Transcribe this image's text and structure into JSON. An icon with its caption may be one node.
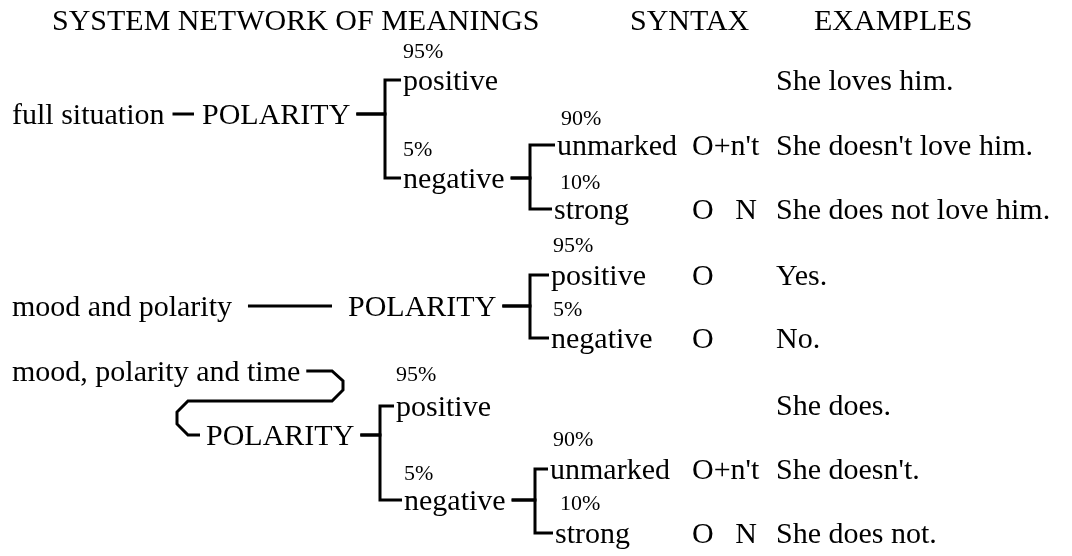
{
  "diagram": {
    "nodes": [
      {
        "text": [
          "full situation"
        ]
      },
      {
        "text": [
          "POLARITY"
        ]
      },
      {
        "text": [
          "positive"
        ],
        "beside": [
          "95%"
        ]
      },
      {
        "text": [
          "negative"
        ],
        "beside": [
          "5%"
        ]
      },
      {
        "text": [
          "unmarked"
        ],
        "beside": [
          "90%"
        ]
      },
      {
        "text": [
          "strong"
        ],
        "beside": [
          "10%"
        ]
      },
      {
        "text": [
          "mood and polarity"
        ]
      },
      {
        "text": [
          "POLARITY"
        ]
      },
      {
        "text": [
          "positive"
        ],
        "beside": [
          "95%"
        ]
      },
      {
        "text": [
          "negative"
        ],
        "beside": [
          "5%"
        ]
      },
      {
        "text": [
          "mood, polarity and time"
        ]
      },
      {
        "text": [
          "POLARITY"
        ]
      },
      {
        "text": [
          "positive"
        ],
        "beside": [
          "95%"
        ]
      },
      {
        "text": [
          "negative"
        ],
        "beside": [
          "5%"
        ]
      },
      {
        "text": [
          "unmarked"
        ],
        "beside": [
          "90%"
        ]
      },
      {
        "text": [
          "strong"
        ],
        "beside": [
          "10%"
        ]
      }
    ],
    "edges": [
      {
        "from": 0,
        "to": 1,
        "arrow": "none"
      },
      {
        "from": 1,
        "to": 2,
        "arrow": "none"
      },
      {
        "from": 1,
        "to": 3,
        "arrow": "none"
      },
      {
        "from": 3,
        "to": 4,
        "arrow": "none"
      },
      {
        "from": 3,
        "to": 5,
        "arrow": "none"
      },
      {
        "from": 6,
        "to": 7,
        "arrow": "none"
      },
      {
        "from": 7,
        "to": 8,
        "arrow": "none"
      },
      {
        "from": 7,
        "to": 9,
        "arrow": "none"
      },
      {
        "from": 10,
        "to": 11,
        "arrow": "none"
      },
      {
        "from": 11,
        "to": 12,
        "arrow": "none"
      },
      {
        "from": 11,
        "to": 13,
        "arrow": "none"
      },
      {
        "from": 13,
        "to": 14,
        "arrow": "none"
      },
      {
        "from": 13,
        "to": 15,
        "arrow": "none"
      }
    ],
    "labels": [
      "SYSTEM NETWORK OF MEANINGS",
      "SYNTAX",
      "EXAMPLES",
      "She loves him.",
      "O+n't",
      "She doesn't love him.",
      "O N",
      "She does not love him.",
      "O",
      "Yes.",
      "O",
      "No.",
      "She does.",
      "O+n't",
      "She doesn't.",
      "O N",
      "She does not."
    ]
  }
}
